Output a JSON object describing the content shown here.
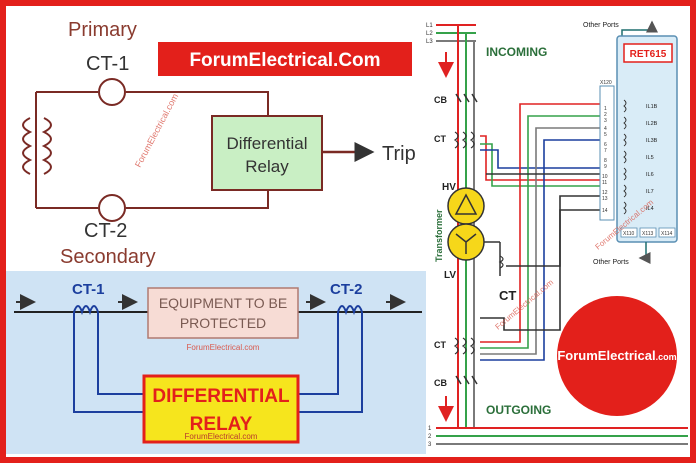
{
  "brand": {
    "banner": "ForumElectrical.Com",
    "watermark": "ForumElectrical.com",
    "circle_logo": "ForumElectrical",
    "circle_logo_suffix": ".com"
  },
  "primary_panel": {
    "primary": "Primary",
    "secondary": "Secondary",
    "ct1": "CT-1",
    "ct2": "CT-2",
    "relay_line1": "Differential",
    "relay_line2": "Relay",
    "trip": "Trip"
  },
  "lower_panel": {
    "ct1": "CT-1",
    "ct2": "CT-2",
    "equipment_line1": "EQUIPMENT TO BE",
    "equipment_line2": "PROTECTED",
    "relay_line1": "DIFFERENTIAL",
    "relay_line2": "RELAY"
  },
  "right_panel": {
    "phases_top": [
      "L1",
      "L2",
      "L3"
    ],
    "phases_bottom": [
      "1",
      "2",
      "3"
    ],
    "incoming": "INCOMING",
    "outgoing": "OUTGOING",
    "cb": "CB",
    "ct": "CT",
    "hv": "HV",
    "lv": "LV",
    "transformer": "Transformer",
    "other_ports_top": "Other Ports",
    "other_ports_bottom": "Other Ports",
    "relay_model": "RET615",
    "terminal_block": "X120",
    "terminals": [
      "1",
      "2",
      "3",
      "4",
      "5",
      "6",
      "7",
      "8",
      "9",
      "10",
      "11",
      "12",
      "13",
      "14"
    ],
    "inputs": [
      "IL1B",
      "IL2B",
      "IL3B",
      "IL5",
      "IL6",
      "IL7",
      "IL4"
    ],
    "bottom_ports": [
      "X110",
      "X113",
      "X114"
    ]
  },
  "colors": {
    "frame_red": "#e3201b",
    "blue_panel": "#cfe3f4",
    "relay_green": "#c9efc4",
    "relay_yellow": "#f6e51d",
    "equipment_pink": "#f7dcd5",
    "circuit_blue": "#1c3f9e",
    "phase_red": "#e02222",
    "phase_green": "#35a24a",
    "phase_gray": "#7a7a7a",
    "transformer_yellow": "#f6d71a",
    "relay_box_fill": "#d9ecf7"
  }
}
